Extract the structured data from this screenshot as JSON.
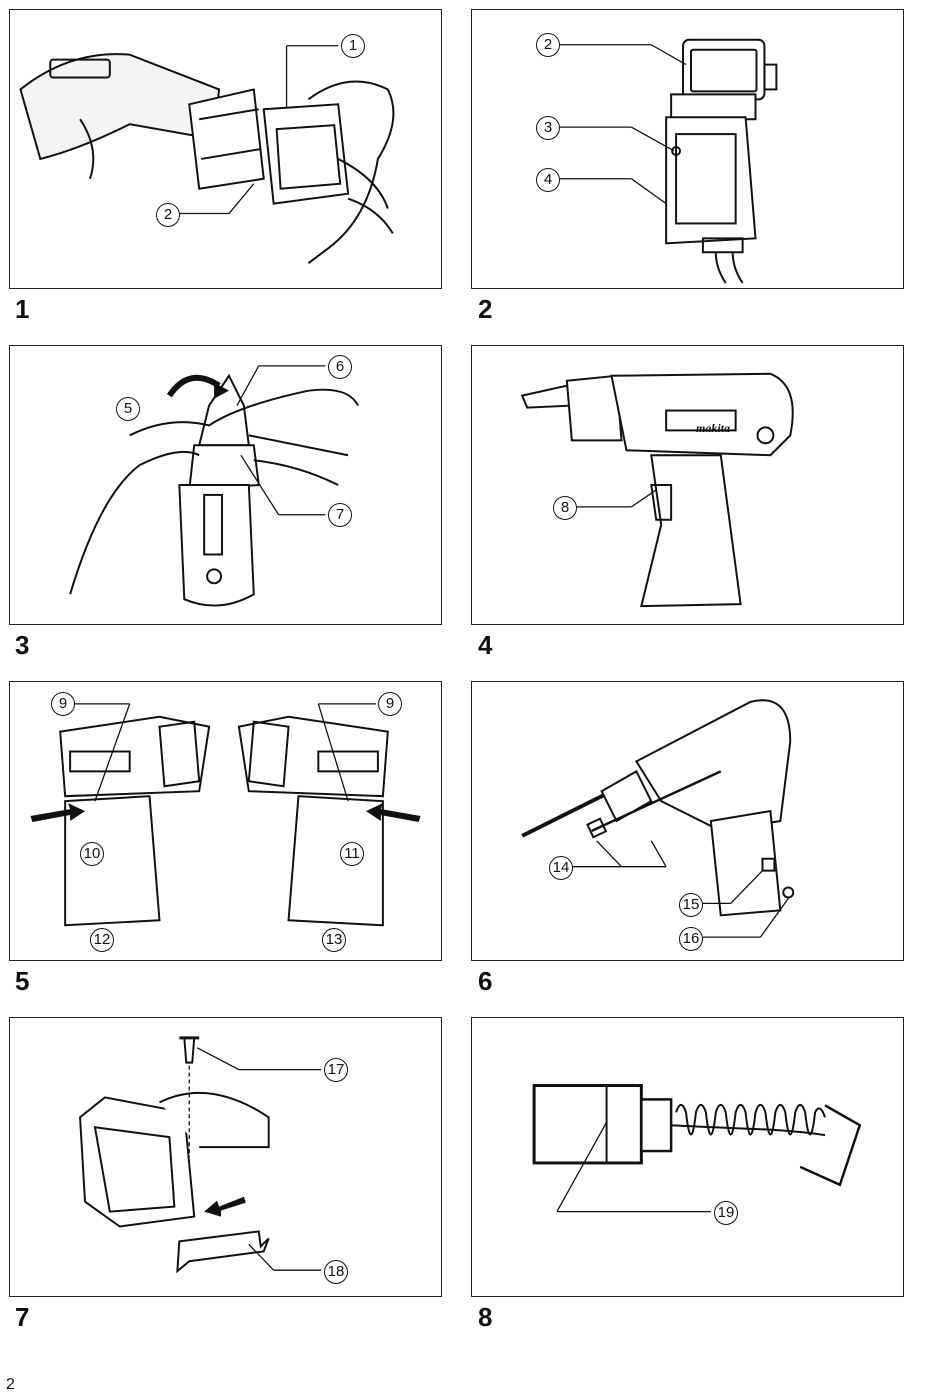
{
  "page_number": "2",
  "figures": [
    {
      "number": "1",
      "callouts": [
        "1",
        "2"
      ]
    },
    {
      "number": "2",
      "callouts": [
        "2",
        "3",
        "4"
      ]
    },
    {
      "number": "3",
      "callouts": [
        "5",
        "6",
        "7"
      ]
    },
    {
      "number": "4",
      "callouts": [
        "8"
      ],
      "brand_logo": "makita"
    },
    {
      "number": "5",
      "callouts": [
        "9",
        "9",
        "10",
        "11",
        "12",
        "13"
      ]
    },
    {
      "number": "6",
      "callouts": [
        "14",
        "15",
        "16"
      ]
    },
    {
      "number": "7",
      "callouts": [
        "17",
        "18"
      ]
    },
    {
      "number": "8",
      "callouts": [
        "19"
      ]
    }
  ]
}
